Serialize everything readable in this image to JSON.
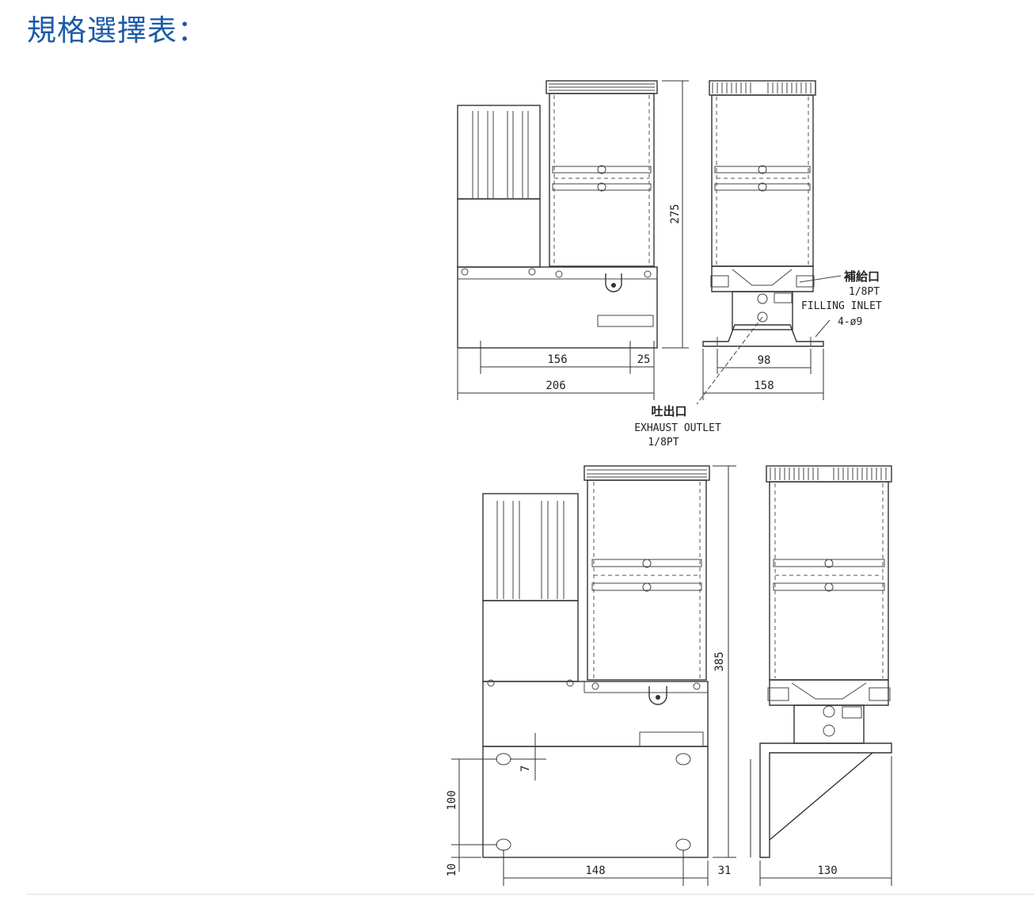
{
  "title": "規格選擇表：",
  "drawing_top": {
    "dim_height": "275",
    "dim_156": "156",
    "dim_25": "25",
    "dim_206": "206",
    "dim_98": "98",
    "dim_158": "158",
    "fill_label_cn": "補給口",
    "fill_thread": "1/8PT",
    "fill_label_en": "FILLING  INLET",
    "holes": "4-ø9",
    "outlet_label_cn": "吐出口",
    "outlet_label_en": "EXHAUST  OUTLET",
    "outlet_thread": "1/8PT"
  },
  "drawing_bottom": {
    "dim_height": "385",
    "dim_100": "100",
    "dim_7": "7",
    "dim_10": "10",
    "dim_148": "148",
    "dim_31": "31",
    "dim_130": "130"
  },
  "colors": {
    "title": "#1b5aa8",
    "line": "#333333"
  }
}
